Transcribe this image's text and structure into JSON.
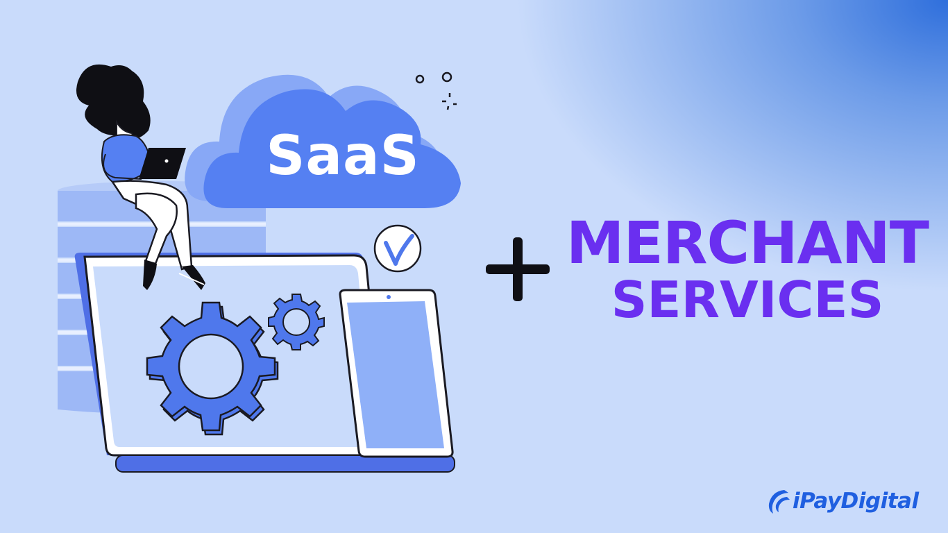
{
  "cloud": {
    "label": "SaaS"
  },
  "plus": {
    "icon": "plus-icon"
  },
  "headline": {
    "line1": "MERCHANT",
    "line2": "SERVICES"
  },
  "brand": {
    "name": "iPayDigital",
    "icon": "wave-logo-icon"
  },
  "colors": {
    "background": "#c9dbfb",
    "cloud": "#5580f2",
    "headline": "#6a2ff0",
    "brand": "#1f5fe0",
    "gear": "#4f78ec",
    "dark": "#0f0f14"
  }
}
